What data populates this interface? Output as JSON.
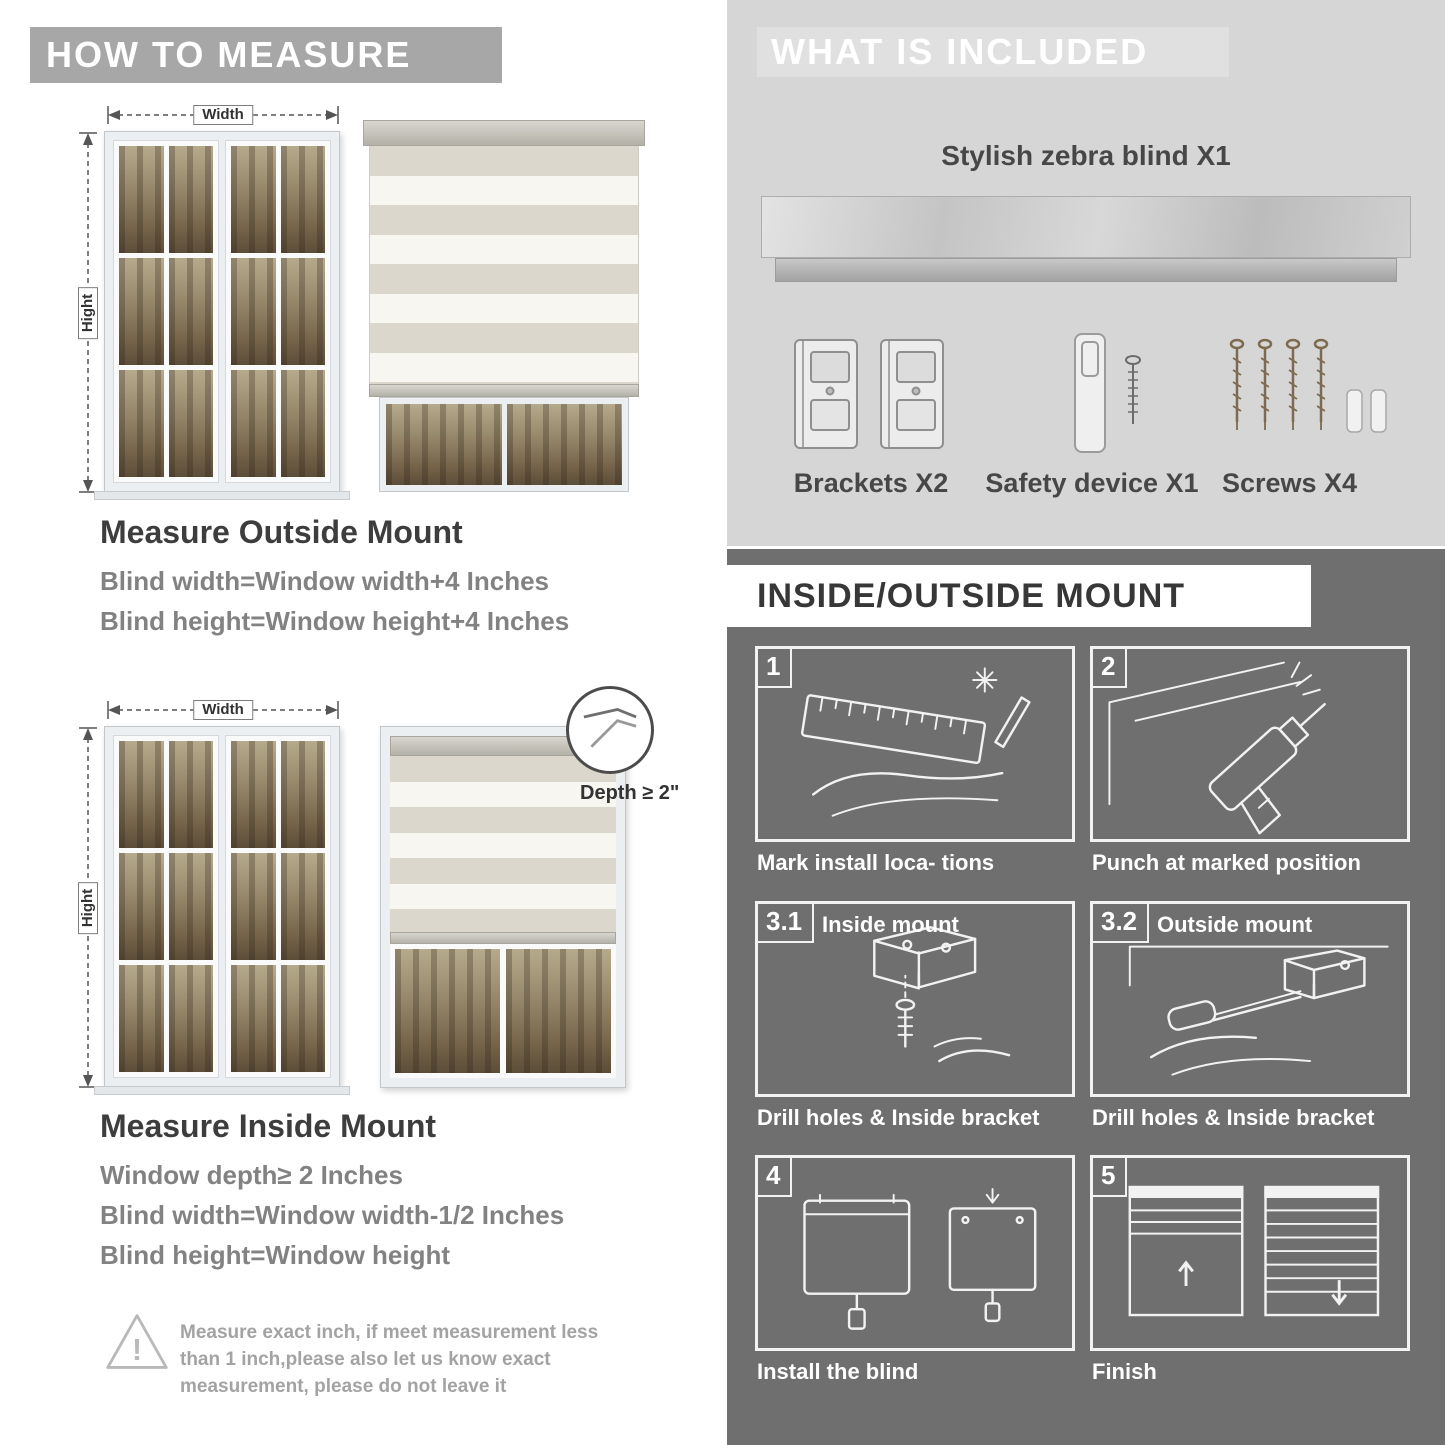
{
  "left": {
    "header": "HOW TO MEASURE",
    "outside": {
      "width_label": "Width",
      "height_label": "Hight",
      "title": "Measure Outside Mount",
      "formula1": "Blind width=Window width+4 Inches",
      "formula2": "Blind height=Window height+4 Inches"
    },
    "inside": {
      "width_label": "Width",
      "height_label": "Hight",
      "depth_callout": "Depth ≥ 2\"",
      "title": "Measure Inside Mount",
      "formula1": "Window depth≥ 2 Inches",
      "formula2": "Blind width=Window width-1/2 Inches",
      "formula3": "Blind height=Window height"
    },
    "note_icon": "!",
    "note_line1": "Measure exact inch, if meet measurement less",
    "note_line2": "than 1 inch,please also let us know exact",
    "note_line3": "measurement, please do not leave it"
  },
  "included": {
    "header": "WHAT IS INCLUDED",
    "blind_label": "Stylish zebra blind X1",
    "brackets_label": "Brackets X2",
    "safety_label": "Safety device X1",
    "screws_label": "Screws X4"
  },
  "mount": {
    "header": "INSIDE/OUTSIDE MOUNT",
    "steps": [
      {
        "num": "1",
        "title": "",
        "caption": "Mark install loca- tions"
      },
      {
        "num": "2",
        "title": "",
        "caption": "Punch at  marked position"
      },
      {
        "num": "3.1",
        "title": "Inside mount",
        "caption": "Drill holes &  Inside bracket"
      },
      {
        "num": "3.2",
        "title": "Outside mount",
        "caption": "Drill holes &  Inside bracket"
      },
      {
        "num": "4",
        "title": "",
        "caption": "Install the blind"
      },
      {
        "num": "5",
        "title": "",
        "caption": "Finish"
      }
    ]
  }
}
